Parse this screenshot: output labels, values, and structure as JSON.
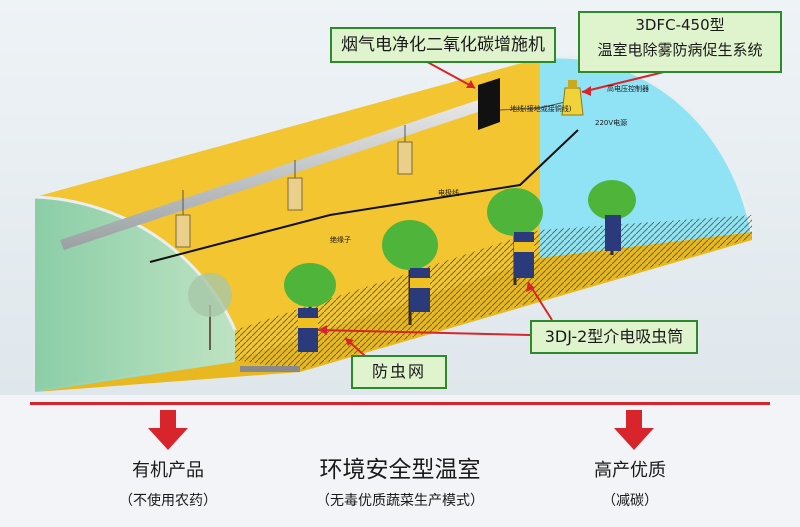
{
  "callouts": {
    "co2": "烟气电净化二氧化碳增施机",
    "dfc_line1": "3DFC-450型",
    "dfc_line2": "温室电除雾防病促生系统",
    "dj": "3DJ-2型介电吸虫筒",
    "net": "防虫网"
  },
  "small_labels": {
    "ground_wire": "地线(接地或接铜线)",
    "hv_controller": "高电压控制器",
    "power": "220V电源",
    "electrode_line": "电极线",
    "insulator": "绝缘子"
  },
  "bottom": {
    "left_main": "有机产品",
    "left_sub": "（不使用农药）",
    "center_main": "环境安全型温室",
    "center_sub": "（无毒优质蔬菜生产模式）",
    "right_main": "高产优质",
    "right_sub": "（减碳）"
  },
  "colors": {
    "wall": "#f2c531",
    "roof_glass": "#8fe3f4",
    "side_glass": "#a8dfc8",
    "callout_border": "#2c8a2c",
    "callout_fill": "#dff3cc",
    "red": "#d8252b"
  }
}
